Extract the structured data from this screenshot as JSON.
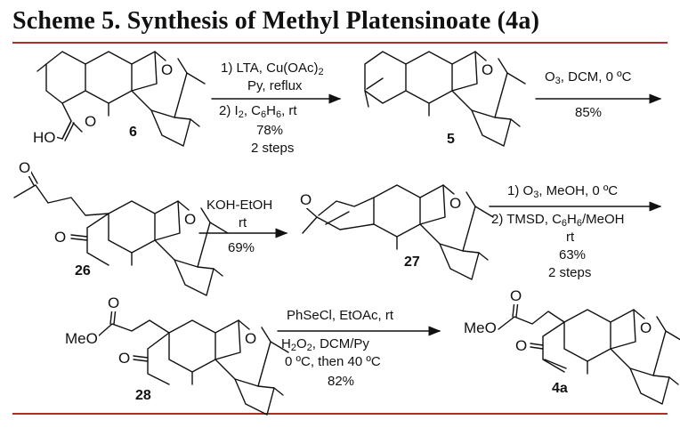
{
  "title": "Scheme 5. Synthesis of Methyl Platensinoate (4a)",
  "compounds": {
    "c6": "6",
    "c5": "5",
    "c26": "26",
    "c27": "27",
    "c28": "28",
    "c4a": "4a"
  },
  "atoms": {
    "ho": "HO",
    "o": "O",
    "meo": "MeO"
  },
  "steps": {
    "s1": {
      "l1a": "1) LTA,  Cu(OAc)",
      "l1a_sub": "2",
      "l2": "Py, reflux",
      "l3a": "2) I",
      "l3a_sub": "2",
      "l3b": ", C",
      "l3b_sub": "6",
      "l3c": "H",
      "l3c_sub": "6",
      "l3d": ", rt",
      "y": "78%",
      "s": "2 steps"
    },
    "s2": {
      "l1a": "O",
      "l1a_sub": "3",
      "l1b": ", DCM, 0 ºC",
      "y": "85%"
    },
    "s3": {
      "l1": "KOH-EtOH",
      "l2": "rt",
      "y": "69%"
    },
    "s4": {
      "l1a": "1) O",
      "l1a_sub": "3",
      "l1b": ", MeOH, 0 ºC",
      "l2a": "2) TMSD, C",
      "l2a_sub": "6",
      "l2b": "H",
      "l2b_sub": "6",
      "l2c": "/MeOH",
      "l3": "rt",
      "y": "63%",
      "s": "2 steps"
    },
    "s5": {
      "l1": "PhSeCl, EtOAc, rt",
      "l2a": "H",
      "l2a_sub": "2",
      "l2b": "O",
      "l2b_sub": "2",
      "l2c": ", DCM/Py",
      "l3": "0 ºC, then 40 ºC",
      "y": "82%"
    }
  },
  "colors": {
    "rule": "#b32a2a",
    "ink": "#111111"
  }
}
